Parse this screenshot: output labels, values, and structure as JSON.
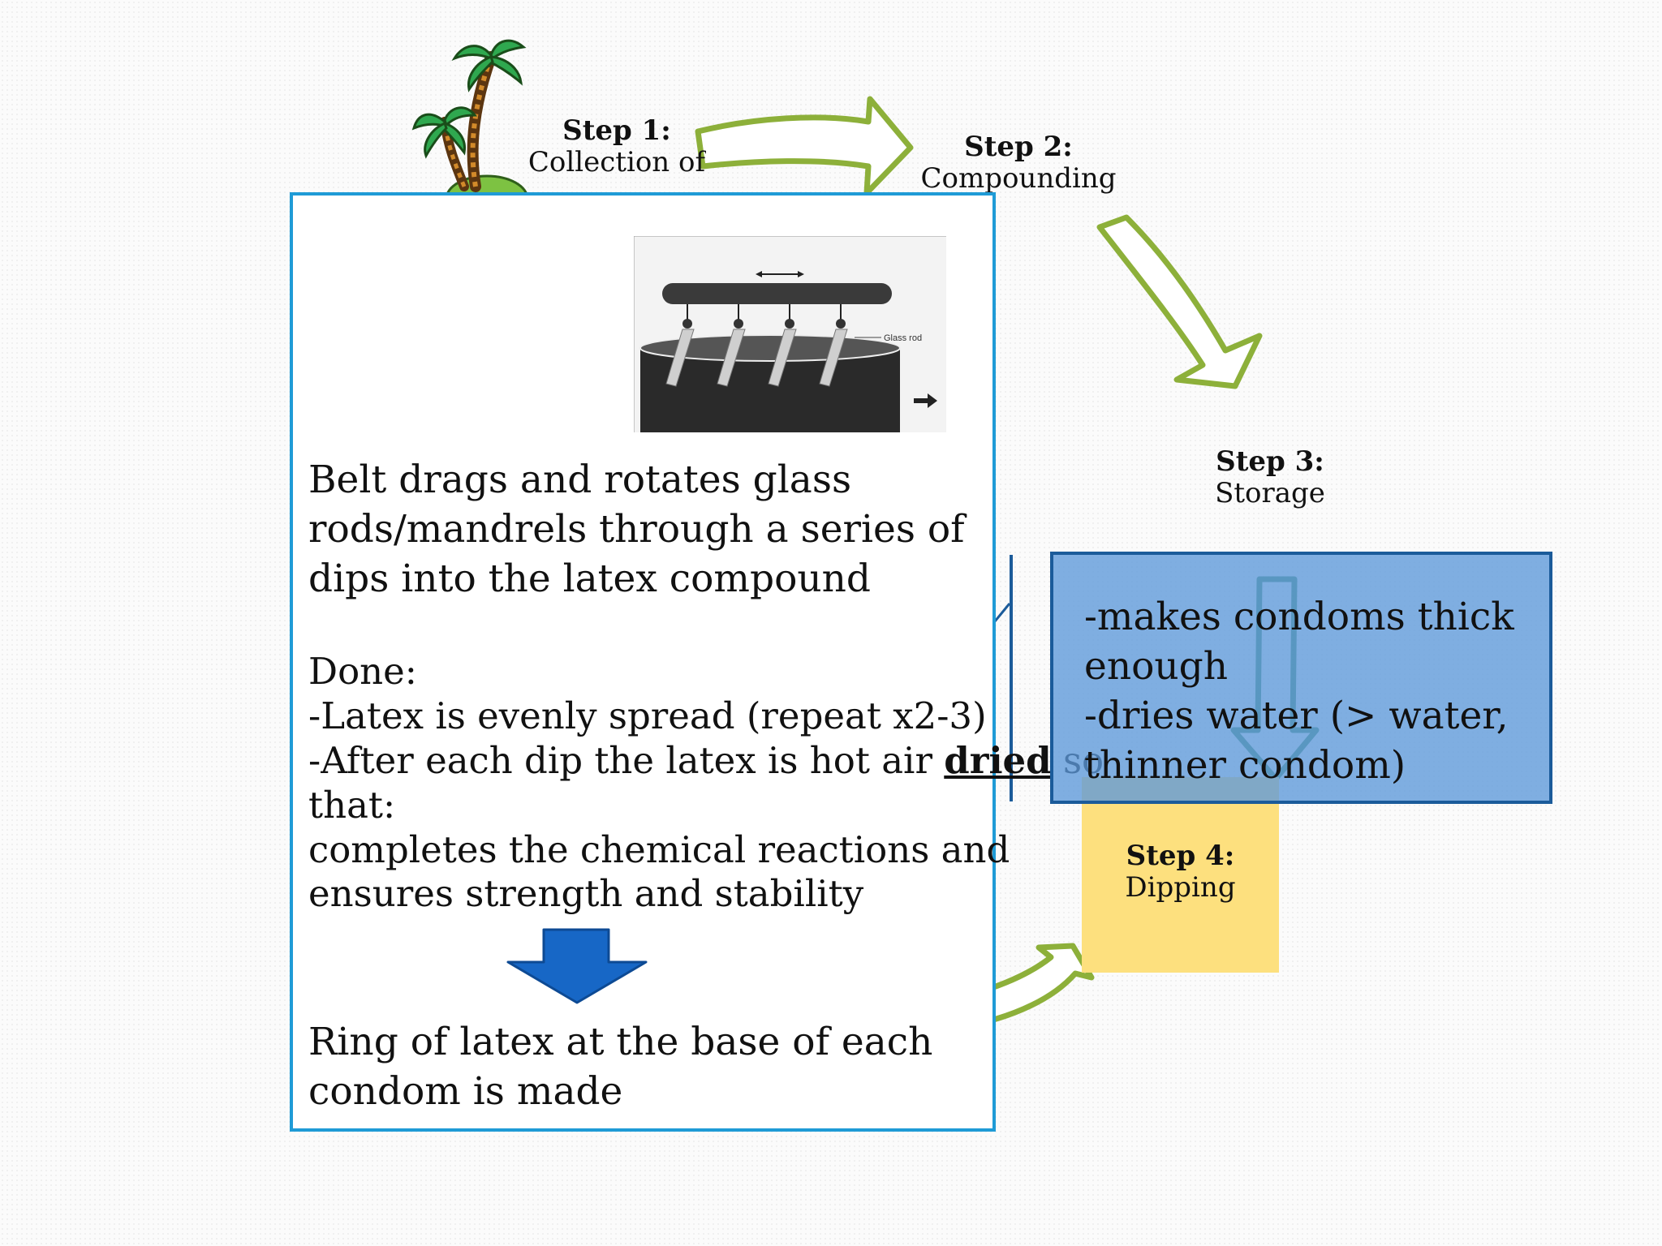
{
  "steps": {
    "step1": {
      "label": "Step 1:",
      "name": "Collection of"
    },
    "step2": {
      "label": "Step 2:",
      "name": "Compounding"
    },
    "step3": {
      "label": "Step 3:",
      "name": "Storage"
    },
    "step4": {
      "label": "Step 4:",
      "name": "Dipping"
    }
  },
  "popup": {
    "figure_caption": "Glass rod",
    "description": "Belt drags and rotates glass rods/mandrels through a series of dips into the latex compound",
    "done_title": "Done:",
    "done_line1": "-Latex is evenly spread (repeat x2-3)",
    "done_line2_pre": "-After each dip the latex is hot air ",
    "done_line2_bold": "dried",
    "done_line2_post": " so",
    "done_line3": "that:",
    "done_line4": "completes the chemical reactions and",
    "done_line5": "ensures strength and stability",
    "result": "Ring of latex at the base of each condom is made"
  },
  "callout": {
    "line1": "-makes condoms thick",
    "line2": "enough",
    "line3": "-dries water (> water,",
    "line4": "thinner condom)"
  },
  "colors": {
    "arrow_outline": "#8db03a",
    "popup_border": "#1f9bd6",
    "callout_fill": "#5c99da",
    "callout_border": "#1b5b9a",
    "sticky_note": "#fde07e",
    "down_arrow": "#1767c6"
  }
}
